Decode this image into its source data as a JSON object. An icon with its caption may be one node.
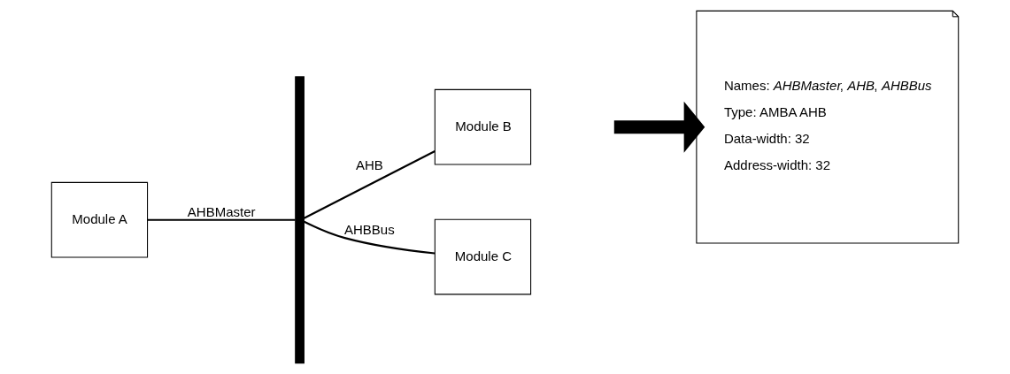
{
  "diagram": {
    "nodes": [
      {
        "text": [
          "Module A"
        ]
      },
      {
        "text": [],
        "shape": "bar"
      },
      {
        "text": [
          "Module B"
        ]
      },
      {
        "text": [
          "Module C"
        ]
      },
      {
        "text": [
          "Names: *AHBMaster*, *AHB*, *AHBBus*",
          "Type: AMBA AHB",
          "Data-width: 32",
          "Address-width: 32"
        ]
      }
    ],
    "edges": [
      {
        "from": 0,
        "to": 1,
        "arrow": "none",
        "label": "AHBMaster"
      },
      {
        "from": 1,
        "to": 2,
        "arrow": "none",
        "label": "AHB"
      },
      {
        "from": 1,
        "to": 3,
        "arrow": "none",
        "label": "AHBBus"
      },
      {
        "from": null,
        "to": 4,
        "arrow": "to",
        "style": "thick"
      }
    ]
  }
}
